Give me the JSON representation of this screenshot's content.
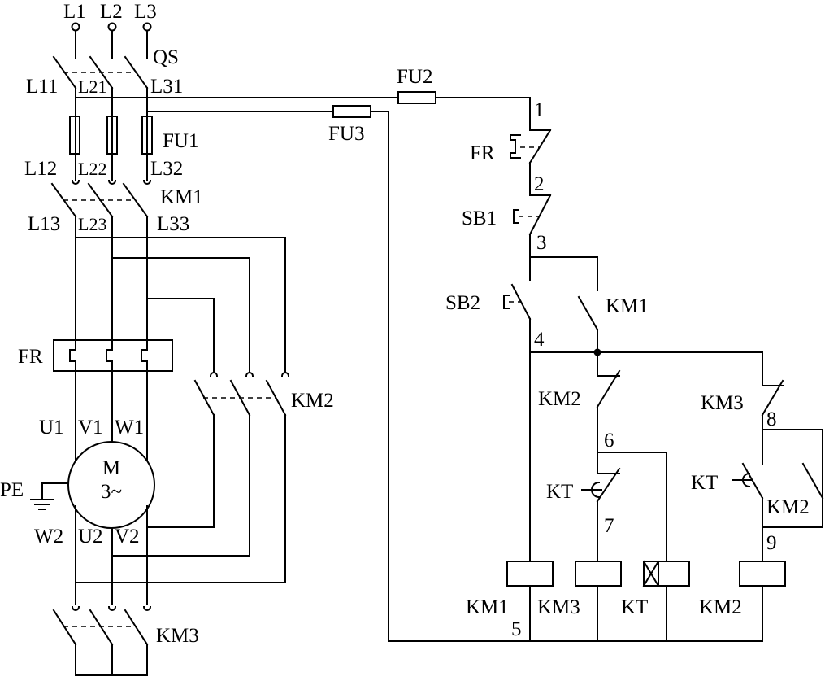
{
  "labels": {
    "l1": "L1",
    "l2": "L2",
    "l3": "L3",
    "qs": "QS",
    "l11": "L11",
    "l21": "L21",
    "l31": "L31",
    "fu1": "FU1",
    "fu2": "FU2",
    "fu3": "FU3",
    "l12": "L12",
    "l22": "L22",
    "l32": "L32",
    "km1_main": "KM1",
    "l13": "L13",
    "l23": "L23",
    "l33": "L33",
    "fr_main": "FR",
    "km2_main": "KM2",
    "u1": "U1",
    "v1": "V1",
    "w1": "W1",
    "motor_m": "M",
    "motor_phase": "3~",
    "pe": "PE",
    "w2": "W2",
    "u2": "U2",
    "v2": "V2",
    "km3_main": "KM3",
    "node1": "1",
    "node2": "2",
    "node3": "3",
    "node4": "4",
    "node5": "5",
    "node6": "6",
    "node7": "7",
    "node8": "8",
    "node9": "9",
    "fr_ctrl": "FR",
    "sb1": "SB1",
    "sb2": "SB2",
    "km1_aux": "KM1",
    "km2_nc": "KM2",
    "km3_nc": "KM3",
    "kt_nc": "KT",
    "kt_no": "KT",
    "km2_no": "KM2",
    "coil_km1": "KM1",
    "coil_km3": "KM3",
    "coil_kt": "KT",
    "coil_km2": "KM2"
  }
}
